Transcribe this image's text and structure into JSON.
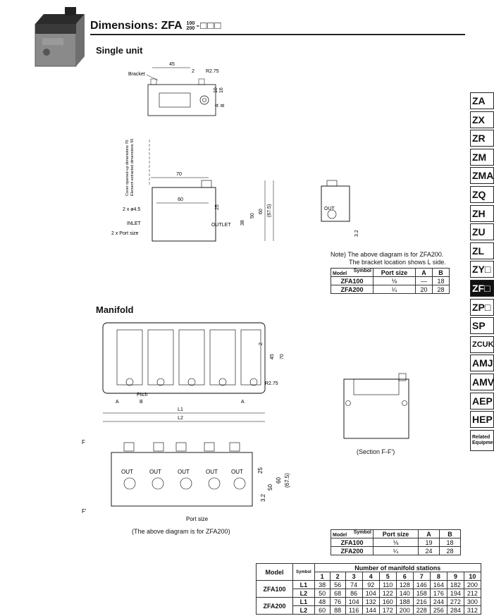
{
  "header": {
    "title_prefix": "Dimensions: ZFA",
    "title_frac_top": "100",
    "title_frac_bottom": "200",
    "title_suffix": "-□□□"
  },
  "single_unit": {
    "heading": "Single unit",
    "labels": {
      "bracket": "Bracket",
      "dim_45": "45",
      "dim_2": "2",
      "r275": "R2.75",
      "dim_10": "10",
      "dim_16": "16",
      "a": "A",
      "b": "B",
      "cover_opened": "Cover opened-up dimensions 70",
      "element_extracted": "Element extracted dimensions 55",
      "dim_70": "70",
      "dim_60": "60",
      "hole": "2 x ø4.5",
      "inlet": "INLET",
      "port_size": "2 x Port size",
      "outlet": "OUTLET",
      "dim_25": "25",
      "dim_38": "38",
      "dim_50": "50",
      "dim_60v": "60",
      "dim_675": "(67.5)",
      "out": "OUT",
      "dim_32": "3.2"
    },
    "note_line1": "Note) The above diagram is for ZFA200.",
    "note_line2": "The bracket location shows L side.",
    "table": {
      "header": [
        "Model",
        "Symbol",
        "Port size",
        "A",
        "B"
      ],
      "rows": [
        [
          "ZFA100",
          "⅛",
          "—",
          "18"
        ],
        [
          "ZFA200",
          "¼",
          "20",
          "28"
        ]
      ]
    }
  },
  "manifold": {
    "heading": "Manifold",
    "labels": {
      "dim_2": "2",
      "dim_45": "45",
      "dim_70": "70",
      "r275": "R2.75",
      "pitch": "Pitch",
      "b": "B",
      "a": "A",
      "l1": "L1",
      "l2": "L2",
      "f": "F",
      "f_prime": "F'",
      "out": "OUT",
      "dim_25": "25",
      "dim_50": "50",
      "dim_60": "60",
      "dim_675": "(67.5)",
      "dim_32": "3.2",
      "port_size": "Port size"
    },
    "section_caption": "(Section F-F')",
    "diagram_caption": "(The above diagram is for ZFA200)",
    "table": {
      "header": [
        "Model",
        "Symbol",
        "Port size",
        "A",
        "B"
      ],
      "rows": [
        [
          "ZFA100",
          "⅛",
          "19",
          "18"
        ],
        [
          "ZFA200",
          "¼",
          "24",
          "28"
        ]
      ]
    },
    "stations_table": {
      "model_header": "Model",
      "symbol_header": "Symbol",
      "group_header": "Number of manifold stations",
      "stations": [
        "1",
        "2",
        "3",
        "4",
        "5",
        "6",
        "7",
        "8",
        "9",
        "10"
      ],
      "models": [
        {
          "name": "ZFA100",
          "rows": [
            {
              "symbol": "L1",
              "values": [
                "38",
                "56",
                "74",
                "92",
                "110",
                "128",
                "146",
                "164",
                "182",
                "200"
              ]
            },
            {
              "symbol": "L2",
              "values": [
                "50",
                "68",
                "86",
                "104",
                "122",
                "140",
                "158",
                "176",
                "194",
                "212"
              ]
            }
          ]
        },
        {
          "name": "ZFA200",
          "rows": [
            {
              "symbol": "L1",
              "values": [
                "48",
                "76",
                "104",
                "132",
                "160",
                "188",
                "216",
                "244",
                "272",
                "300"
              ]
            },
            {
              "symbol": "L2",
              "values": [
                "60",
                "88",
                "116",
                "144",
                "172",
                "200",
                "228",
                "256",
                "284",
                "312"
              ]
            }
          ]
        }
      ]
    }
  },
  "side_tabs": [
    {
      "label": "ZA",
      "active": false
    },
    {
      "label": "ZX",
      "active": false
    },
    {
      "label": "ZR",
      "active": false
    },
    {
      "label": "ZM",
      "active": false
    },
    {
      "label": "ZMA",
      "active": false
    },
    {
      "label": "ZQ",
      "active": false
    },
    {
      "label": "ZH",
      "active": false
    },
    {
      "label": "ZU",
      "active": false
    },
    {
      "label": "ZL",
      "active": false
    },
    {
      "label": "ZY□",
      "active": false
    },
    {
      "label": "ZF□",
      "active": true
    },
    {
      "label": "ZP□",
      "active": false
    },
    {
      "label": "SP",
      "active": false
    },
    {
      "label": "ZCUK",
      "active": false
    },
    {
      "label": "AMJ",
      "active": false
    },
    {
      "label": "AMV",
      "active": false
    },
    {
      "label": "AEP",
      "active": false
    },
    {
      "label": "HEP",
      "active": false
    },
    {
      "label": "Related Equipment",
      "active": false
    }
  ]
}
